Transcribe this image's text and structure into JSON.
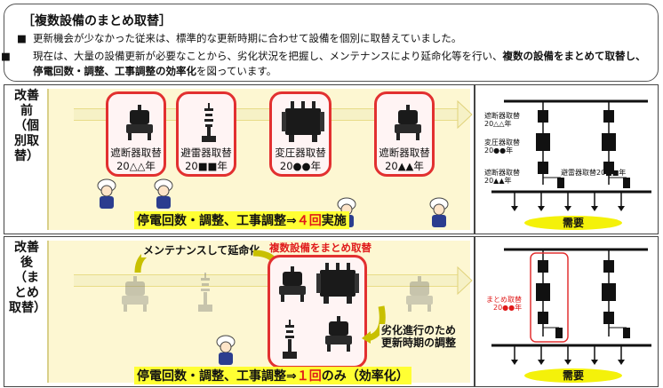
{
  "header": {
    "title": "［複数設備のまとめ取替］",
    "bullet_1": "更新機会が少なかった従来は、標準的な更新時期に合わせて設備を個別に取替えていました。",
    "bullet_2_a": "現在は、大量の設備更新が必要なことから、劣化状況を把握し、メンテナンスにより延命化等を行い、",
    "bullet_2_b": "複数の設備をまとめて取替し、停電回数・調整、工事調整の効率化",
    "bullet_2_c": "を図っています。",
    "bullet_symbol": "■"
  },
  "before": {
    "side_label": "改善前（個別取替）",
    "cards": [
      {
        "name": "遮断器取替",
        "year": "20△△年"
      },
      {
        "name": "避雷器取替",
        "year": "20■■年"
      },
      {
        "name": "変圧器取替",
        "year": "20●●年"
      },
      {
        "name": "遮断器取替",
        "year": "20▲▲年"
      }
    ],
    "summary_pre": "停電回数・調整、工事調整⇒",
    "summary_num": "４回",
    "summary_post": "実施",
    "diagram": {
      "labels": [
        {
          "name": "遮断器取替",
          "year": "20△△年"
        },
        {
          "name": "変圧器取替",
          "year": "20●●年"
        },
        {
          "name": "遮断器取替",
          "year": "20▲▲年"
        },
        {
          "name": "避雷器取替",
          "year": "20■■年"
        }
      ],
      "demand": "需要"
    }
  },
  "after": {
    "side_label": "改善後（まとめ取替）",
    "callout_maintenance": "メンテナンスして延命化",
    "callout_bundle": "複数設備をまとめ取替",
    "callout_deterioration_1": "劣化進行のため",
    "callout_deterioration_2": "更新時期の調整",
    "summary_pre": "停電回数・調整、工事調整⇒",
    "summary_num": "１回",
    "summary_post": "のみ（効率化）",
    "diagram": {
      "bundle_label": "まとめ取替",
      "bundle_year": "20●●年",
      "demand": "需要"
    }
  },
  "colors": {
    "accent_red": "#e23030",
    "highlight_yellow": "#ffff33",
    "demand_yellow": "#f4f10a",
    "stage_bg": "#fdf7d2"
  }
}
